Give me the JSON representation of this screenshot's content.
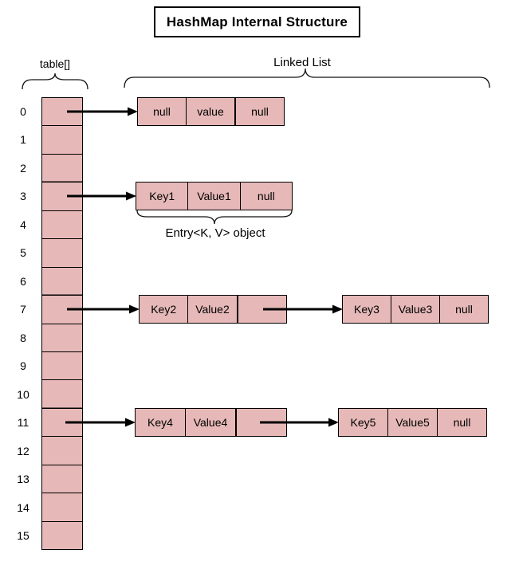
{
  "title": "HashMap Internal Structure",
  "labels": {
    "table_array": "table[]",
    "linked_list": "Linked List",
    "entry_object": "Entry<K, V> object"
  },
  "array_indices": [
    "0",
    "1",
    "2",
    "3",
    "4",
    "5",
    "6",
    "7",
    "8",
    "9",
    "10",
    "11",
    "12",
    "13",
    "14",
    "15"
  ],
  "nodes": [
    {
      "bucket": 0,
      "cells": [
        "null",
        "value",
        "null"
      ]
    },
    {
      "bucket": 3,
      "cells": [
        "Key1",
        "Value1",
        "null"
      ]
    },
    {
      "bucket": 7,
      "cells": [
        "Key2",
        "Value2",
        ""
      ]
    },
    {
      "bucket": 7,
      "cells": [
        "Key3",
        "Value3",
        "null"
      ]
    },
    {
      "bucket": 11,
      "cells": [
        "Key4",
        "Value4",
        ""
      ]
    },
    {
      "bucket": 11,
      "cells": [
        "Key5",
        "Value5",
        "null"
      ]
    }
  ],
  "colors": {
    "cell_fill": "#E6B9B8",
    "line": "#000000"
  }
}
